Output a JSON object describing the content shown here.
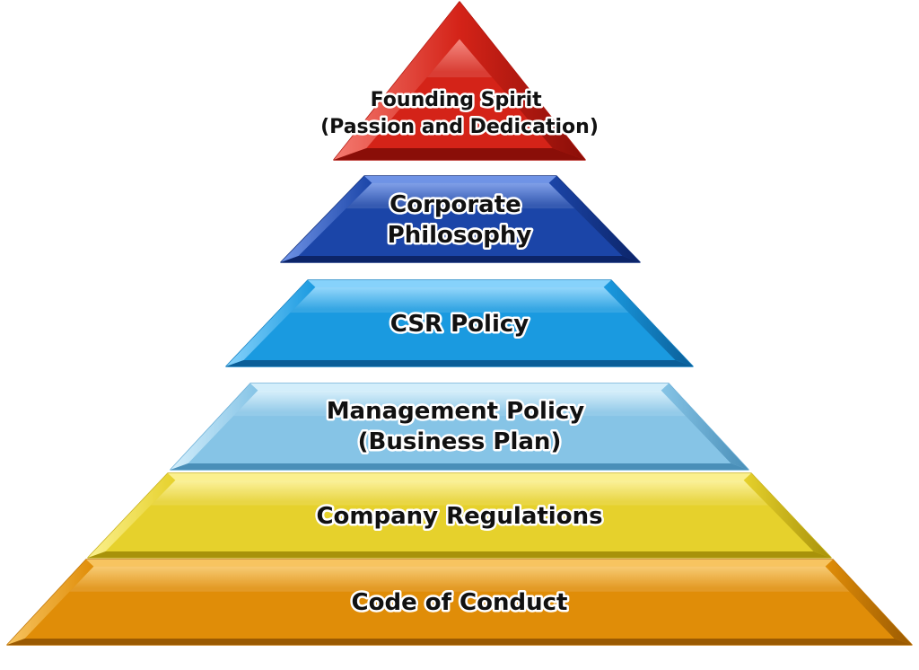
{
  "pyramid": {
    "tiers": [
      {
        "key": "founding",
        "lines": [
          "Founding Spirit",
          "(Passion and Dedication)"
        ],
        "colors": {
          "main": "#d42318",
          "light": "#f47a70",
          "dark": "#8a0e08",
          "edge": "#b0140c"
        }
      },
      {
        "key": "philosophy",
        "lines": [
          "Corporate",
          "Philosophy"
        ],
        "colors": {
          "main": "#1b45a8",
          "light": "#6f93e6",
          "dark": "#0c2468",
          "edge": "#102f7e"
        }
      },
      {
        "key": "csr",
        "lines": [
          "CSR Policy"
        ],
        "colors": {
          "main": "#1a9ae0",
          "light": "#86d2fb",
          "dark": "#0a5e98",
          "edge": "#1480c2"
        }
      },
      {
        "key": "management",
        "lines": [
          "Management Policy",
          "(Business Plan)"
        ],
        "colors": {
          "main": "#86c4e6",
          "light": "#d3eefb",
          "dark": "#4a8fb8",
          "edge": "#6aaed6"
        }
      },
      {
        "key": "regulations",
        "lines": [
          "Company Regulations"
        ],
        "colors": {
          "main": "#e6d12c",
          "light": "#fbf08e",
          "dark": "#a8920a",
          "edge": "#c8b01a"
        }
      },
      {
        "key": "conduct",
        "lines": [
          "Code of Conduct"
        ],
        "colors": {
          "main": "#e08d08",
          "light": "#f7c460",
          "dark": "#9a5a02",
          "edge": "#bf7406"
        }
      }
    ]
  }
}
